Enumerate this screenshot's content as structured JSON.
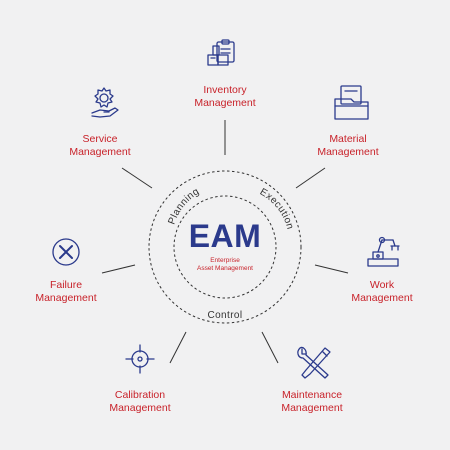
{
  "center": {
    "title": "EAM",
    "subtitle_line1": "Enterprise",
    "subtitle_line2": "Asset Management"
  },
  "ring": {
    "planning": "Planning",
    "execution": "Execution",
    "control": "Control"
  },
  "nodes": [
    {
      "id": "inventory",
      "line1": "Inventory",
      "line2": "Management",
      "icon": "inventory-icon"
    },
    {
      "id": "material",
      "line1": "Material",
      "line2": "Management",
      "icon": "folder-icon"
    },
    {
      "id": "work",
      "line1": "Work",
      "line2": "Management",
      "icon": "robot-arm-icon"
    },
    {
      "id": "maintenance",
      "line1": "Maintenance",
      "line2": "Management",
      "icon": "wrench-screwdriver-icon"
    },
    {
      "id": "calibration",
      "line1": "Calibration",
      "line2": "Management",
      "icon": "crosshair-icon"
    },
    {
      "id": "failure",
      "line1": "Failure",
      "line2": "Management",
      "icon": "x-circle-icon"
    },
    {
      "id": "service",
      "line1": "Service",
      "line2": "Management",
      "icon": "gear-hand-icon"
    }
  ],
  "colors": {
    "background": "#f1f1f2",
    "label": "#c8222a",
    "title": "#2b3a8c",
    "icon": "#2b3a8c",
    "line": "#333333"
  }
}
